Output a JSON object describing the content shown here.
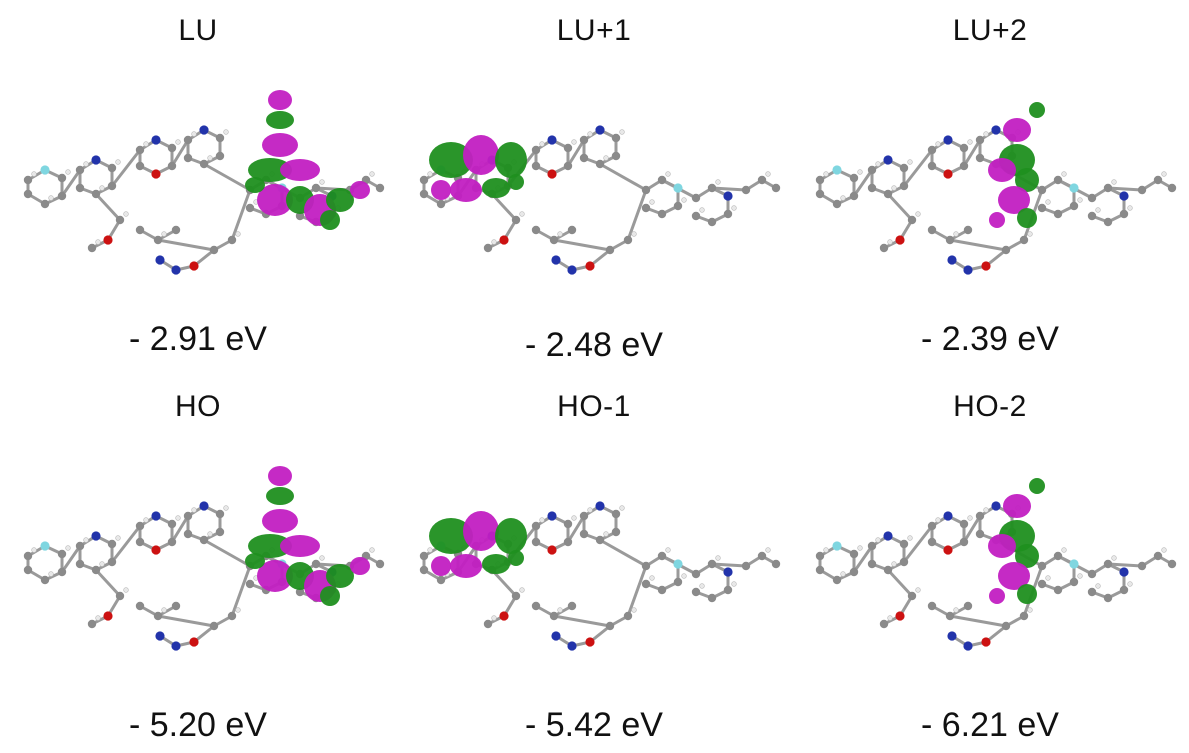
{
  "panels": [
    {
      "label": "LU",
      "energy": "- 2.91 eV",
      "lobe_region": "right-chain"
    },
    {
      "label": "LU+1",
      "energy": "- 2.48 eV",
      "lobe_region": "left-ring"
    },
    {
      "label": "LU+2",
      "energy": "- 2.39 eV",
      "lobe_region": "center-ring"
    },
    {
      "label": "HO",
      "energy": "- 5.20 eV",
      "lobe_region": "right-chain"
    },
    {
      "label": "HO-1",
      "energy": "- 5.42 eV",
      "lobe_region": "left-ring"
    },
    {
      "label": "HO-2",
      "energy": "- 6.21 eV",
      "lobe_region": "center-ring"
    }
  ],
  "colors": {
    "lobe_positive": "#1f8f1f",
    "lobe_negative": "#c21fc2",
    "carbon": "#8a8a8a",
    "hydrogen": "#e8e8e8",
    "nitrogen": "#2233aa",
    "oxygen": "#cc1111",
    "fluorine": "#7fd6e0",
    "bond": "#9a9a9a"
  }
}
